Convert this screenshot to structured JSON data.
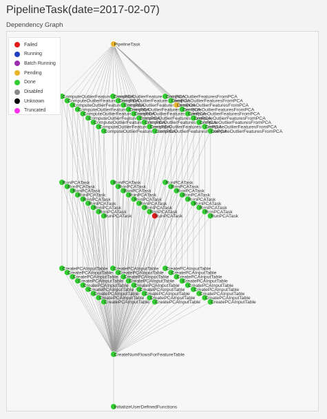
{
  "title": "PipelineTask(date=2017-02-07)",
  "subtitle": "Dependency Graph",
  "legend": [
    {
      "label": "Failed",
      "color": "#e31a1c"
    },
    {
      "label": "Running",
      "color": "#1f3fbf"
    },
    {
      "label": "Batch Running",
      "color": "#9b2fae"
    },
    {
      "label": "Pending",
      "color": "#e8b42c"
    },
    {
      "label": "Done",
      "color": "#33cc33"
    },
    {
      "label": "Disabled",
      "color": "#8a8a8a"
    },
    {
      "label": "Unknown",
      "color": "#000000"
    },
    {
      "label": "Truncated",
      "color": "#ff33ee"
    }
  ],
  "nodes": {
    "root": {
      "label": "PipelineTask",
      "status": "Pending"
    },
    "outlier_label": "ComputeOutlierFeaturesFromPCA",
    "outlier_count": 27,
    "outlier_pending_index": 20,
    "runpca_label": "RunPCATask",
    "runpca_count": 27,
    "runpca_failed_index": 17,
    "createpca_label": "CreatePCAInputTable",
    "createpca_count": 27,
    "numflows": {
      "label": "CreateNumFlowsForFeatureTable",
      "status": "Done"
    },
    "udf": {
      "label": "InitializeUserDefinedFunctions",
      "status": "Done"
    }
  }
}
